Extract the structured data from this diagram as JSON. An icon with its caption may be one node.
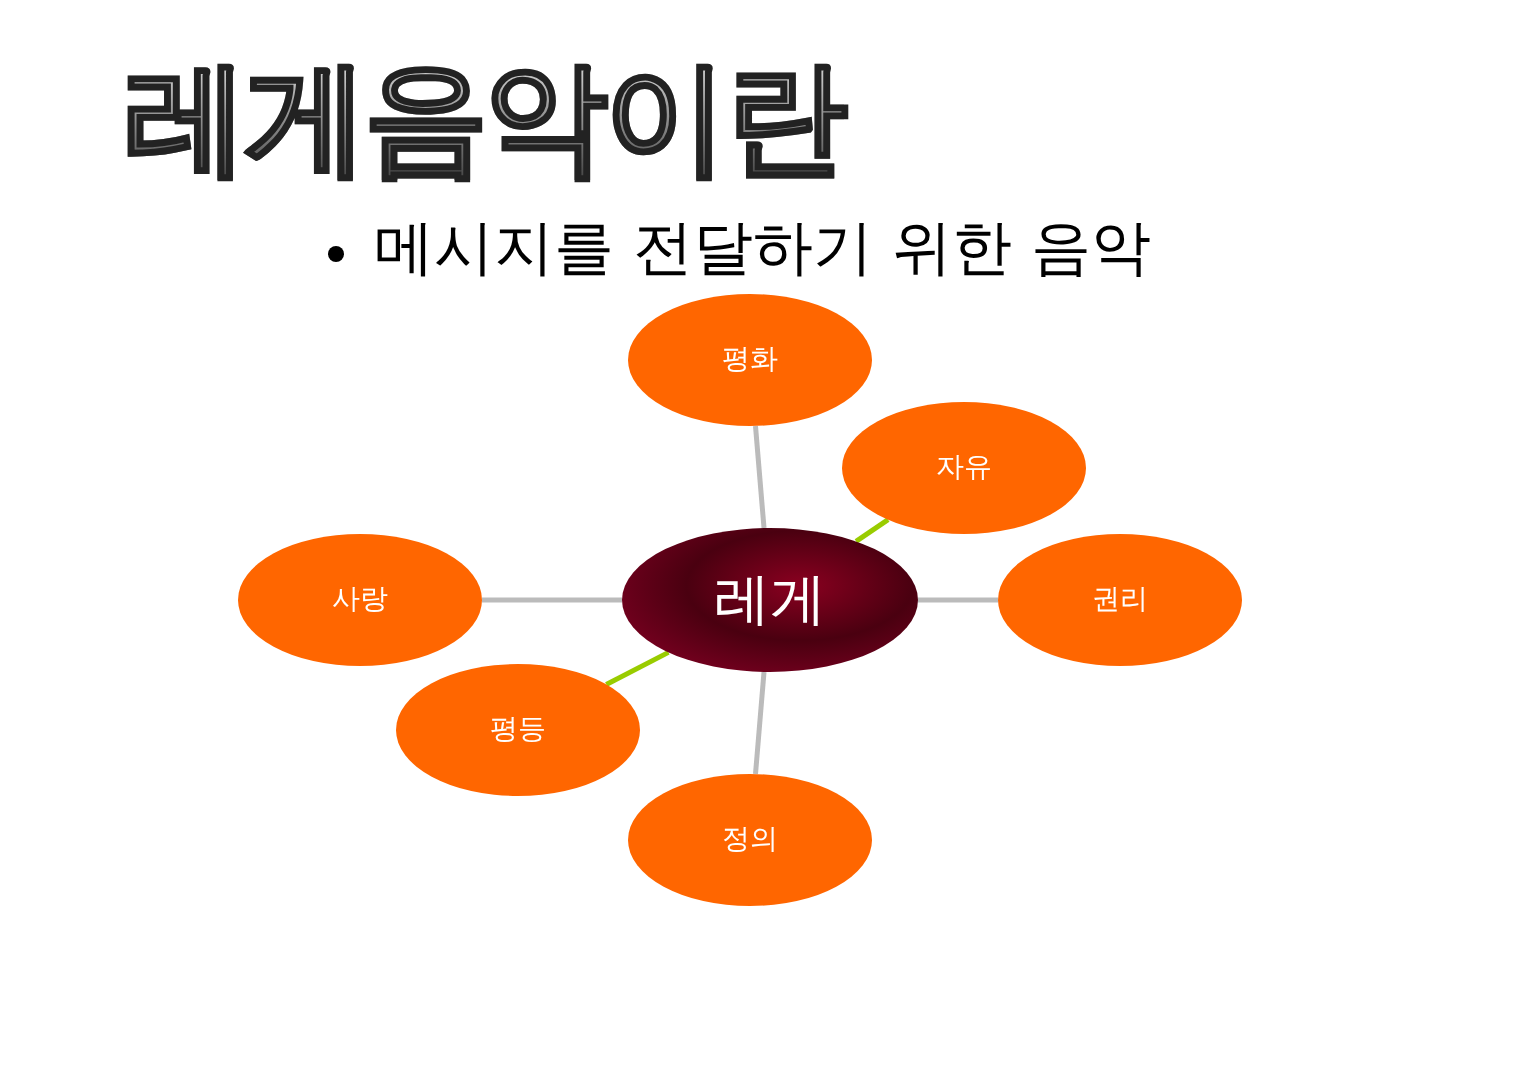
{
  "diagram": {
    "title": "레게음악이란",
    "nodes": [
      {
        "text": [
          "평화"
        ]
      },
      {
        "text": [
          "자유"
        ]
      },
      {
        "text": [
          "사랑"
        ]
      },
      {
        "text": [
          "레게"
        ]
      },
      {
        "text": [
          "권리"
        ]
      },
      {
        "text": [
          "평등"
        ]
      },
      {
        "text": [
          "정의"
        ]
      }
    ],
    "edges": [
      {
        "from": 3,
        "to": 0,
        "arrow": "none"
      },
      {
        "from": 3,
        "to": 1,
        "arrow": "none",
        "color": "#99cc00"
      },
      {
        "from": 3,
        "to": 2,
        "arrow": "none"
      },
      {
        "from": 3,
        "to": 4,
        "arrow": "none"
      },
      {
        "from": 3,
        "to": 5,
        "arrow": "none",
        "color": "#99cc00"
      },
      {
        "from": 3,
        "to": 6,
        "arrow": "none"
      }
    ],
    "labels": [
      "메시지를 전달하기 위한 음악"
    ]
  }
}
